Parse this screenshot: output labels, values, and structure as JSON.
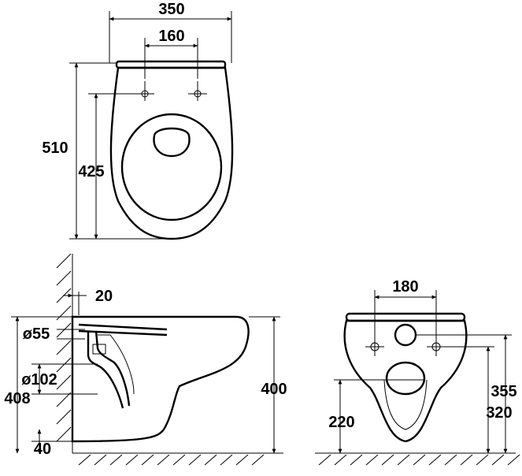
{
  "top_view": {
    "width_dim": "350",
    "hole_spacing_dim": "160",
    "length_dim": "510",
    "hole_to_front_dim": "425"
  },
  "side_view": {
    "offset_dim": "20",
    "outlet_dim": "ø55",
    "waste_dim": "ø102",
    "total_height_dim": "408",
    "bottom_dim": "40",
    "rim_height_dim": "400"
  },
  "rear_view": {
    "bolt_spacing_dim": "180",
    "waste_height_dim": "220",
    "bolt_height_dim": "320",
    "inlet_height_dim": "355"
  }
}
